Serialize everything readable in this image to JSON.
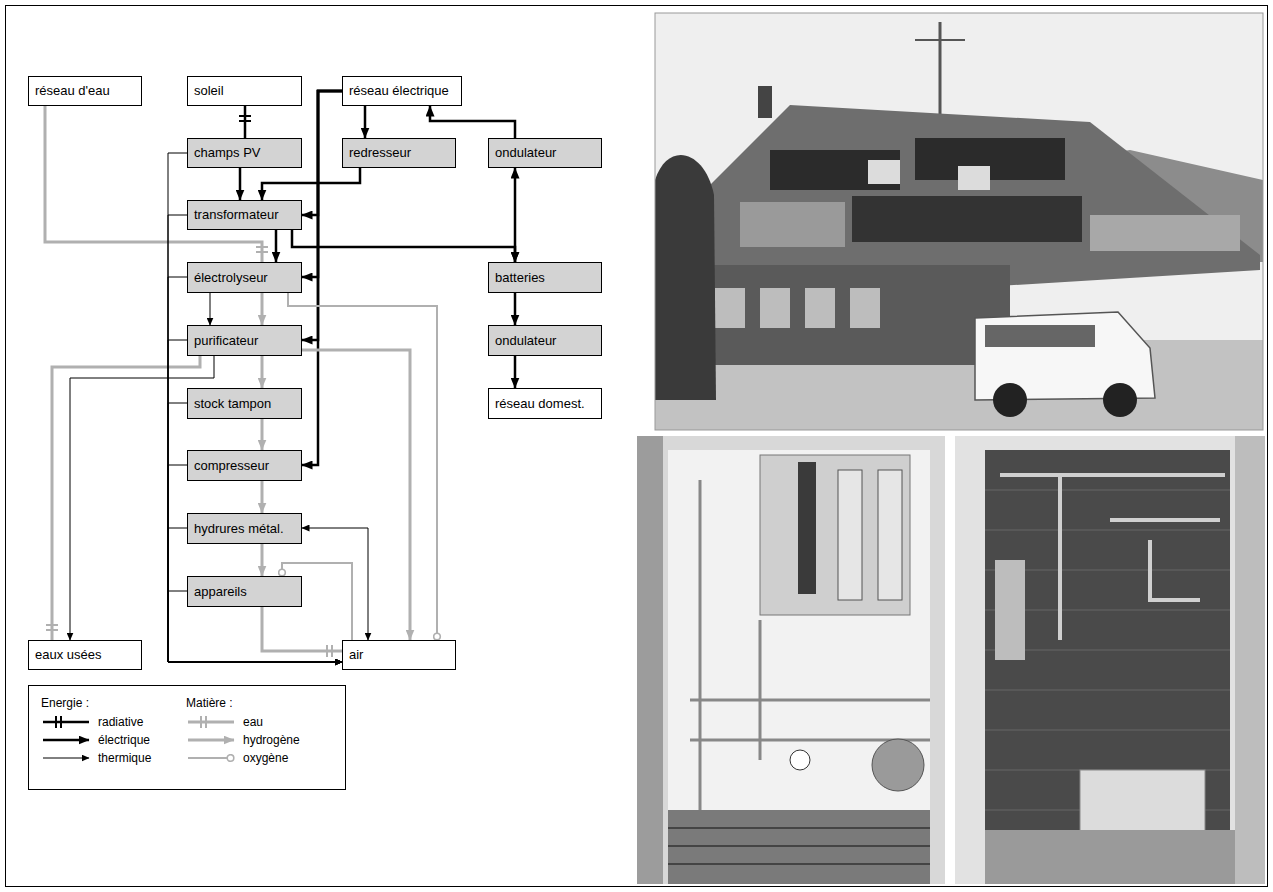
{
  "diagram": {
    "nodes": [
      {
        "text": [
          "réseau d'eau"
        ]
      },
      {
        "text": [
          "soleil"
        ]
      },
      {
        "text": [
          "réseau électrique"
        ]
      },
      {
        "text": [
          "champs PV"
        ]
      },
      {
        "text": [
          "redresseur"
        ]
      },
      {
        "text": [
          "ondulateur"
        ]
      },
      {
        "text": [
          "transformateur"
        ]
      },
      {
        "text": [
          "électrolyseur"
        ]
      },
      {
        "text": [
          "batteries"
        ]
      },
      {
        "text": [
          "purificateur"
        ]
      },
      {
        "text": [
          "ondulateur"
        ]
      },
      {
        "text": [
          "stock tampon"
        ]
      },
      {
        "text": [
          "réseau domest."
        ]
      },
      {
        "text": [
          "compresseur"
        ]
      },
      {
        "text": [
          "hydrures métal."
        ]
      },
      {
        "text": [
          "appareils"
        ]
      },
      {
        "text": [
          "eaux usées"
        ]
      },
      {
        "text": [
          "air"
        ]
      }
    ],
    "edges": [
      {
        "from": 1,
        "to": 3,
        "arrow": "none"
      },
      {
        "from": 3,
        "to": 6,
        "arrow": "to"
      },
      {
        "from": 2,
        "to": 4,
        "arrow": "to"
      },
      {
        "from": 4,
        "to": 6,
        "arrow": "to"
      },
      {
        "from": 5,
        "to": 2,
        "arrow": "to"
      },
      {
        "from": 8,
        "to": 5,
        "arrow": "both"
      },
      {
        "from": 6,
        "to": 8,
        "arrow": "to"
      },
      {
        "from": 6,
        "to": 7,
        "arrow": "to"
      },
      {
        "from": 8,
        "to": 10,
        "arrow": "to"
      },
      {
        "from": 10,
        "to": 12,
        "arrow": "to"
      },
      {
        "from": 2,
        "to": 6,
        "arrow": "to"
      },
      {
        "from": 2,
        "to": 7,
        "arrow": "to"
      },
      {
        "from": 2,
        "to": 9,
        "arrow": "to"
      },
      {
        "from": 2,
        "to": 13,
        "arrow": "to"
      },
      {
        "from": 0,
        "to": 7,
        "arrow": "none"
      },
      {
        "from": 7,
        "to": 9,
        "arrow": "to"
      },
      {
        "from": 7,
        "to": 9,
        "arrow": "to"
      },
      {
        "from": 7,
        "to": 17,
        "arrow": "none"
      },
      {
        "from": 9,
        "to": 17,
        "arrow": "to"
      },
      {
        "from": 9,
        "to": 16,
        "arrow": "none"
      },
      {
        "from": 9,
        "to": 16,
        "arrow": "to"
      },
      {
        "from": 9,
        "to": 11,
        "arrow": "to"
      },
      {
        "from": 11,
        "to": 13,
        "arrow": "to"
      },
      {
        "from": 13,
        "to": 14,
        "arrow": "to"
      },
      {
        "from": 14,
        "to": 15,
        "arrow": "to"
      },
      {
        "from": 17,
        "to": 15,
        "arrow": "none"
      },
      {
        "from": 14,
        "to": 17,
        "arrow": "both"
      },
      {
        "from": 15,
        "to": 17,
        "arrow": "none"
      },
      {
        "from": 3,
        "to": 17,
        "arrow": "to"
      },
      {
        "from": 6,
        "to": 17,
        "arrow": "to"
      },
      {
        "from": 7,
        "to": 17,
        "arrow": "to"
      },
      {
        "from": 9,
        "to": 17,
        "arrow": "to"
      },
      {
        "from": 11,
        "to": 17,
        "arrow": "to"
      },
      {
        "from": 13,
        "to": 17,
        "arrow": "to"
      },
      {
        "from": 14,
        "to": 17,
        "arrow": "to"
      },
      {
        "from": 15,
        "to": 17,
        "arrow": "to"
      }
    ],
    "labels": [
      "Energie :",
      "Matière :"
    ],
    "legend": [
      {
        "text": "radiative"
      },
      {
        "text": "électrique"
      },
      {
        "text": "thermique"
      },
      {
        "text": "eau"
      },
      {
        "text": "hydrogène"
      },
      {
        "text": "oxygène"
      }
    ]
  }
}
